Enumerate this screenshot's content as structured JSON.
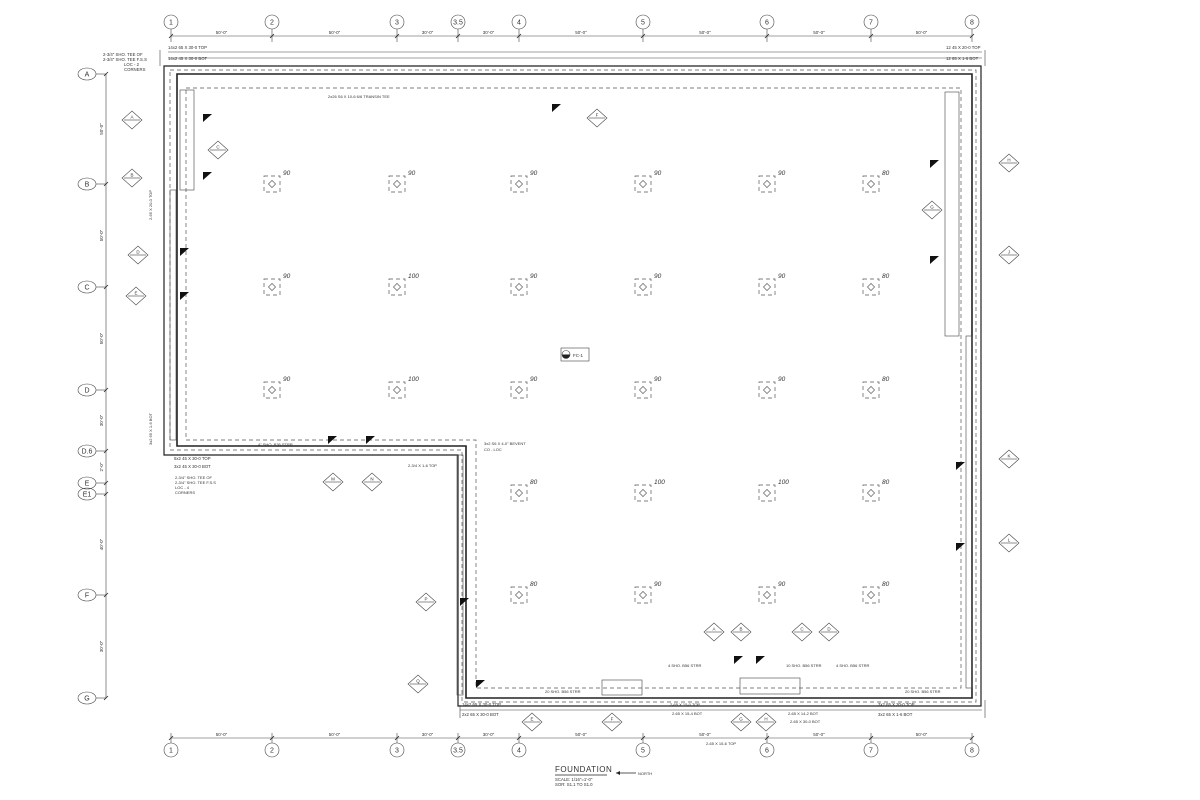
{
  "drawing": {
    "title": "FOUNDATION",
    "scale": "SCALE: 1/16\"=1'-0\"",
    "ref": "SOR: S1.1 TO S1.0",
    "north_label": "NORTH"
  },
  "grid": {
    "columns": [
      "1",
      "2",
      "3",
      "3.5",
      "4",
      "5",
      "6",
      "7",
      "8"
    ],
    "rows": [
      "A",
      "B",
      "C",
      "D",
      "D.6",
      "E",
      "E1",
      "F",
      "G"
    ],
    "bay_dims": [
      "50'-0\"",
      "50'-0\"",
      "30'-0\"",
      "30'-0\"",
      "50'-0\"",
      "50'-0\"",
      "50'-0\"",
      "50'-0\""
    ],
    "row_dims": [
      "50'-0\"",
      "50'-0\"",
      "50'-0\"",
      "30'-0\"",
      "2'-0\"",
      "40'-0\"",
      "30'-0\""
    ]
  },
  "pads": [
    [
      "90",
      "90",
      "90",
      "90",
      "90",
      "80"
    ],
    [
      "90",
      "100",
      "90",
      "90",
      "90",
      "80"
    ],
    [
      "90",
      "100",
      "90",
      "90",
      "90",
      "80"
    ],
    [
      "",
      "",
      "80",
      "100",
      "100",
      "80"
    ],
    [
      "",
      "",
      "80",
      "90",
      "90",
      "80"
    ]
  ],
  "notes": {
    "top_left_1": "2-3/4\" SHO. TEE OF",
    "top_left_2": "2-3/4\" SHO. TEE F.S.S",
    "top_left_3": "LOC - 2",
    "top_left_4": "CORNERS",
    "top_beam_top": "14x2 65 X 30-0 TOP",
    "top_beam_bot": "14x2 45 X 30-0 BOT",
    "top_right_top": "12 45 X 20-0 TOP",
    "top_right_bot": "12 65 X 1-6 BOT",
    "inner_top": "2x26 S6 X 10-6 6/6 TRANSIN TEE",
    "step_top": "4\" SHO. B36 STRR",
    "step_beam_top": "5x2 45 X 30-0 TOP",
    "step_beam_bot": "3x2 45 X 30-0 BOT",
    "step_right": "2-3/4 X 1-6 TOP",
    "step_note_1": "2-3/4\" SHO. TEE OF",
    "step_note_2": "2-3/4\" SHO. TEE F.S.S",
    "step_note_3": "LOC - 4",
    "step_note_4": "CORNERS",
    "step_corner": "3x2 S6 X 4-0\" BEVENT",
    "step_corner_2": "CO - LOC",
    "bottom_beam_top": "14x2 65 X 30-0 TOP",
    "bottom_beam_bot": "2x2 65 X 30-0 BOT",
    "bottom_mid_1": "2-65 X 15-0 TOP",
    "bottom_mid_2": "2-65 X 15-4 BOT",
    "bottom_mid_3": "2-65 X 14-2 BOT",
    "bottom_mid_4": "2-65 X 30-0 BOT",
    "bottom_mid_5": "2-65 X 15-6 TOP",
    "bottom_right_top": "3x2 65 X 30-0 TOP",
    "bottom_right_bot": "3x2 65 X 1-6 BOT",
    "bottom_bar": "20 SHO. B56 STRR",
    "bottom_bar_2": "4 SHO. B56 STRR",
    "bottom_bar_3": "10 SHO. B56 STRR",
    "bottom_bar_4": "4 SHO. B56 STRR",
    "bottom_bar_r": "20 SHO. B56 STRR",
    "left_vert_1": "2-65 X 20-0 TOP",
    "left_vert_2": "3x2 65 X 1-6 BOT",
    "center_tag": "FC-1"
  },
  "section_marks": [
    "A",
    "B",
    "C",
    "D",
    "E",
    "F",
    "G",
    "H",
    "J",
    "K",
    "L",
    "M",
    "N",
    "P",
    "Q"
  ]
}
